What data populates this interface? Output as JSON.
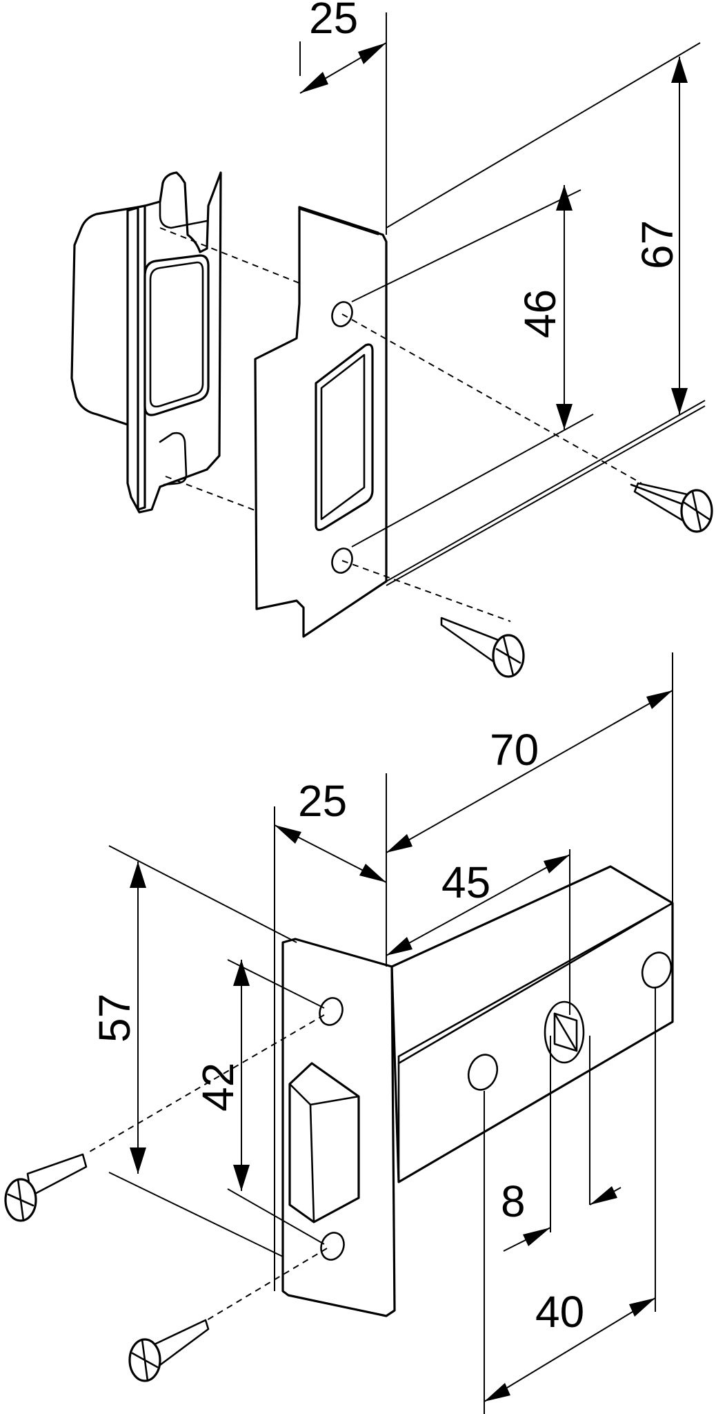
{
  "strike_plate": {
    "dimensions": {
      "depth": "25",
      "hole_spacing": "46",
      "height": "67"
    }
  },
  "latch": {
    "dimensions": {
      "faceplate_depth": "25",
      "overall_length": "70",
      "backset": "45",
      "plate_height": "57",
      "hole_spacing": "42",
      "spindle": "8",
      "hole_distance": "40"
    }
  },
  "colors": {
    "line": "#000000",
    "background": "#ffffff"
  }
}
